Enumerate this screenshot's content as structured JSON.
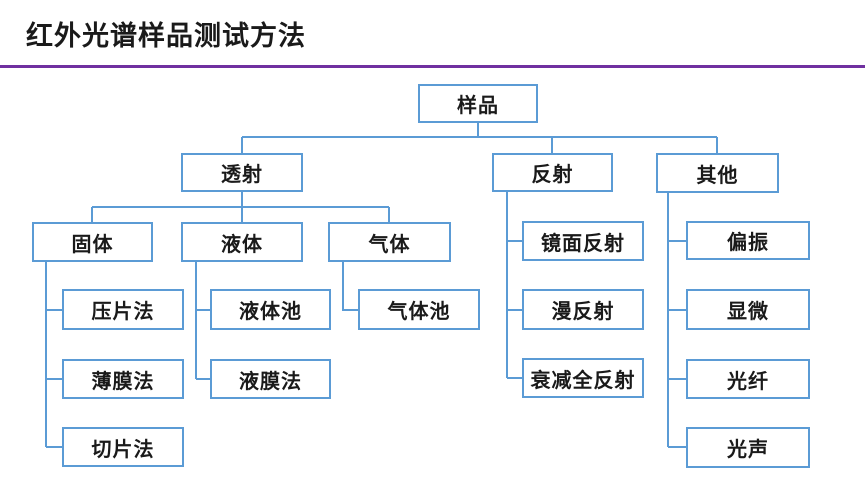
{
  "page": {
    "title": "红外光谱样品测试方法"
  },
  "colors": {
    "accent-blue": "#5B9BD5",
    "divider-purple": "#7030A0",
    "text": "#1a1a1a",
    "background": "#ffffff"
  },
  "diagram": {
    "root": "样品",
    "branches": [
      {
        "label": "透射",
        "children": [
          {
            "label": "固体",
            "children": [
              "压片法",
              "薄膜法",
              "切片法"
            ]
          },
          {
            "label": "液体",
            "children": [
              "液体池",
              "液膜法"
            ]
          },
          {
            "label": "气体",
            "children": [
              "气体池"
            ]
          }
        ]
      },
      {
        "label": "反射",
        "children": [
          "镜面反射",
          "漫反射",
          "衰减全反射"
        ]
      },
      {
        "label": "其他",
        "children": [
          "偏振",
          "显微",
          "光纤",
          "光声"
        ]
      }
    ]
  }
}
